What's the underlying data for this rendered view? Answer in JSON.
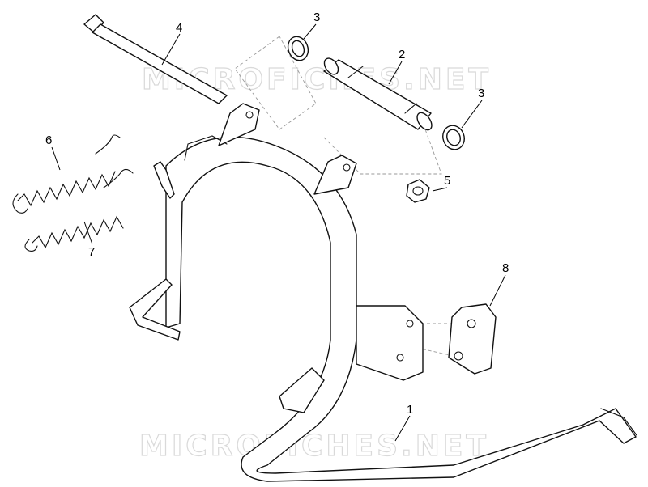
{
  "watermark": {
    "top": "MICROFICHES.NET",
    "bottom": "MICROFICHES.NET"
  },
  "callouts": [
    {
      "id": "c1",
      "label": "1"
    },
    {
      "id": "c2",
      "label": "2"
    },
    {
      "id": "c3a",
      "label": "3"
    },
    {
      "id": "c3b",
      "label": "3"
    },
    {
      "id": "c4",
      "label": "4"
    },
    {
      "id": "c5",
      "label": "5"
    },
    {
      "id": "c6",
      "label": "6"
    },
    {
      "id": "c7",
      "label": "7"
    },
    {
      "id": "c8",
      "label": "8"
    }
  ]
}
